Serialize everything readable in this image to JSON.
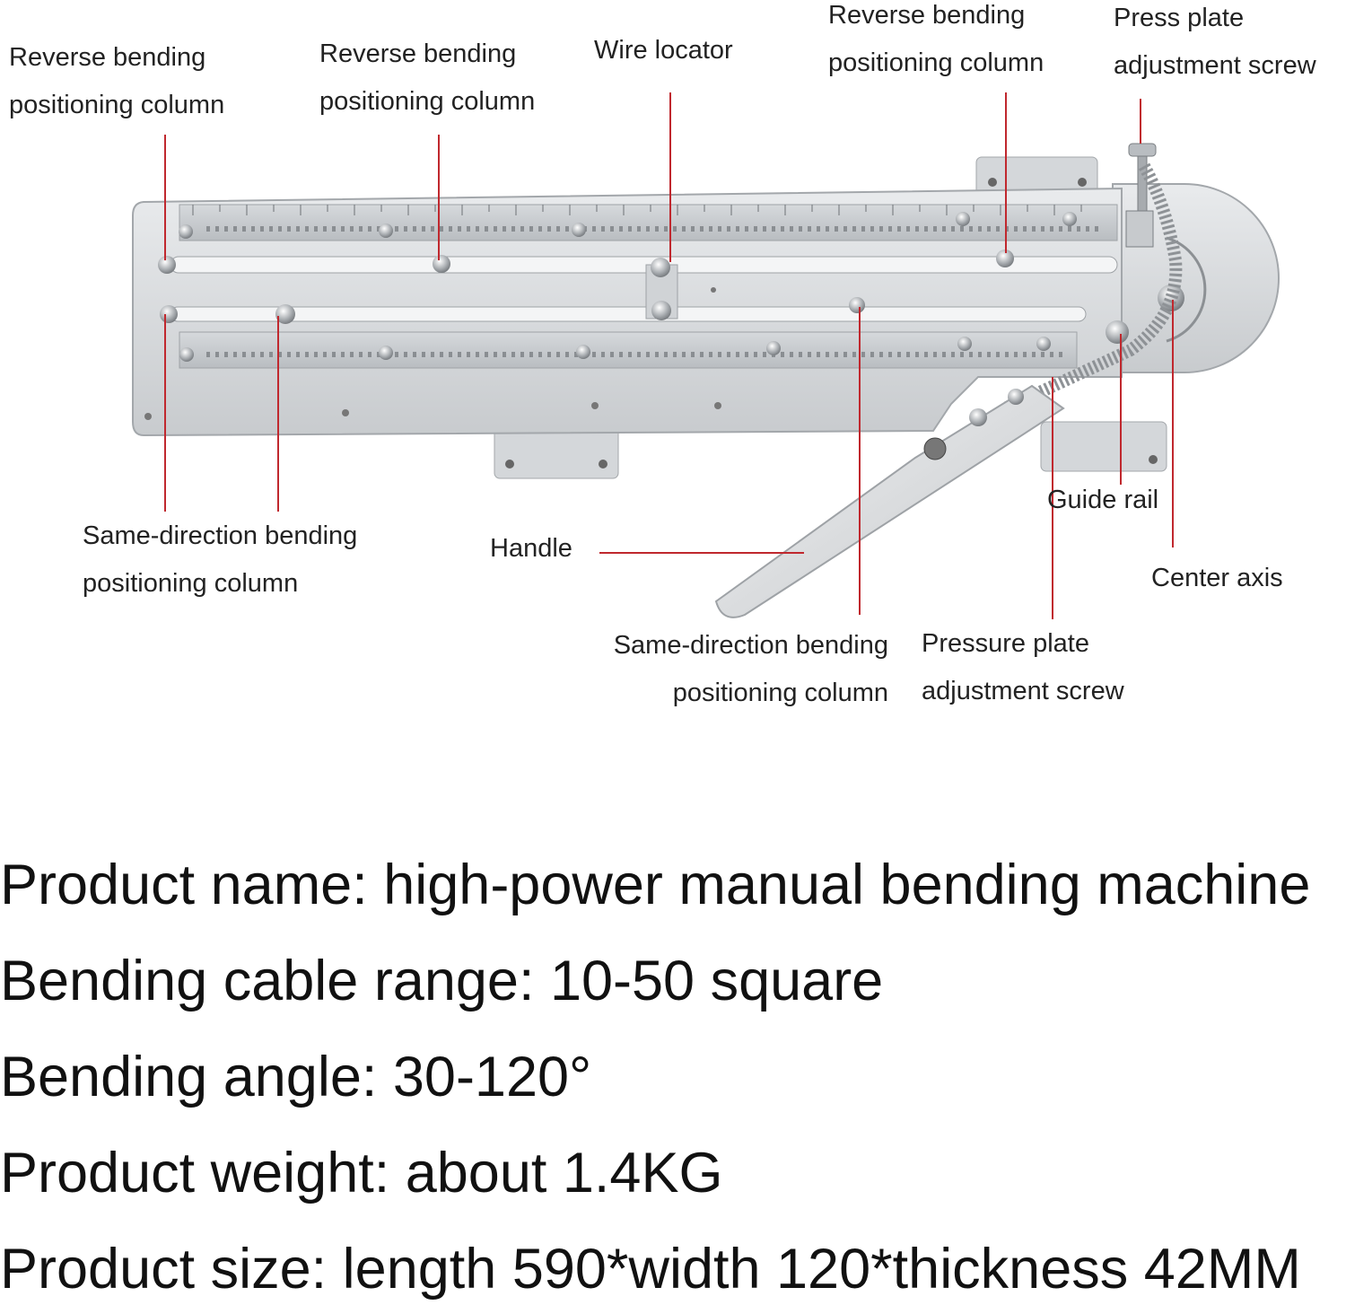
{
  "title": "",
  "callouts": {
    "reverse_left": {
      "line1": "Reverse bending",
      "line2": "positioning column"
    },
    "reverse_mid": {
      "line1": "Reverse bending",
      "line2": "positioning column"
    },
    "wire_locator": {
      "line1": "Wire locator"
    },
    "reverse_right": {
      "line1": "Reverse bending",
      "line2": "positioning column"
    },
    "press_plate_screw_top": {
      "line1": "Press plate",
      "line2": "adjustment screw"
    },
    "same_dir_left": {
      "line1": "Same-direction bending",
      "line2": "positioning column"
    },
    "handle": {
      "line1": "Handle"
    },
    "same_dir_mid": {
      "line1": "Same-direction bending",
      "line2": "positioning column"
    },
    "pressure_plate_screw": {
      "line1": "Pressure plate",
      "line2": "adjustment screw"
    },
    "guide_rail": {
      "line1": "Guide rail"
    },
    "center_axis": {
      "line1": "Center axis"
    }
  },
  "specs": [
    "Product name: high-power manual bending machine",
    "Bending cable range: 10-50 square",
    "Bending angle: 30-120°",
    "Product weight: about 1.4KG",
    "Product size: length 590*width 120*thickness 42MM"
  ],
  "colors": {
    "leader_line": "#c0282e",
    "metal_light": "#e2e4e6",
    "metal_mid": "#c9cccf",
    "metal_dark": "#9a9ea2",
    "spring": "#8e9296"
  }
}
